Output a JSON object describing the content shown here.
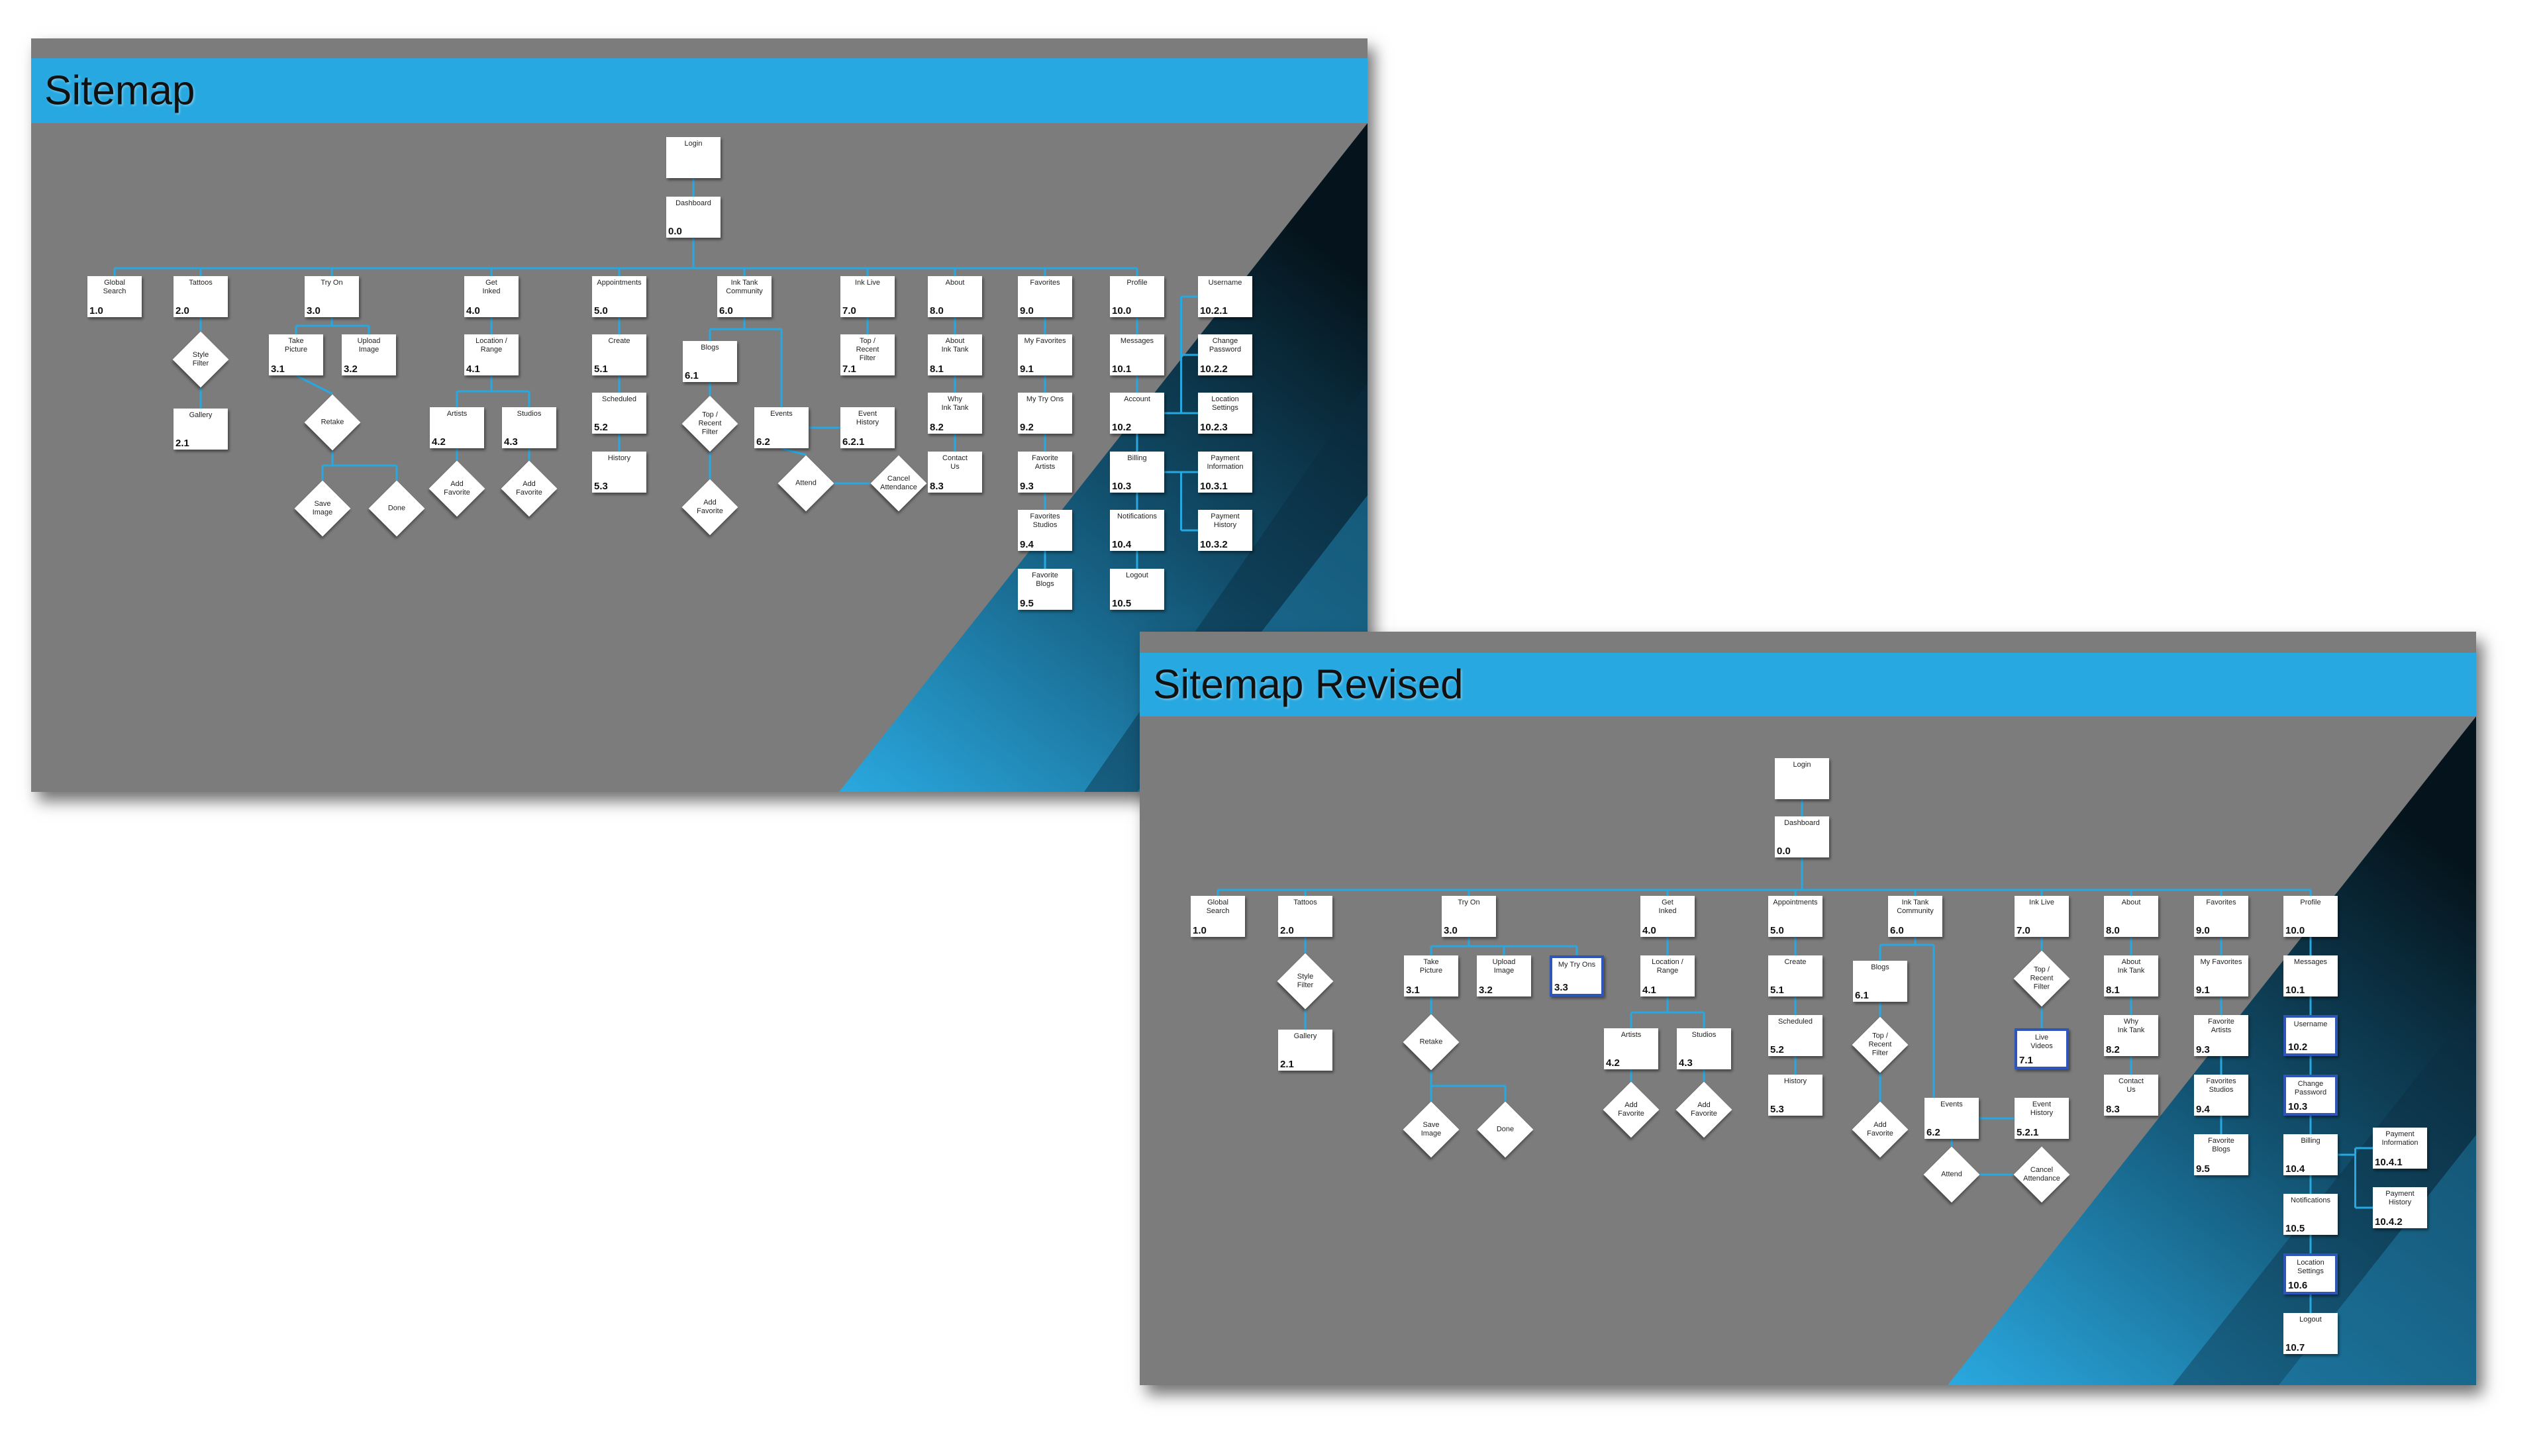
{
  "colors": {
    "accent": "#28a8e0",
    "background": "#7c7c7c",
    "highlight": "#2f55b8"
  },
  "slides": [
    {
      "title": "Sitemap",
      "nodes": {
        "login": {
          "label": "Login",
          "num": ""
        },
        "dash": {
          "label": "Dashboard",
          "num": "0.0"
        },
        "gs": {
          "label": "Global\nSearch",
          "num": "1.0"
        },
        "tat": {
          "label": "Tattoos",
          "num": "2.0"
        },
        "sf": {
          "label": "Style\nFilter",
          "num": ""
        },
        "gal": {
          "label": "Gallery",
          "num": "2.1"
        },
        "try": {
          "label": "Try On",
          "num": "3.0"
        },
        "tp": {
          "label": "Take\nPicture",
          "num": "3.1"
        },
        "ui": {
          "label": "Upload\nImage",
          "num": "3.2"
        },
        "ret": {
          "label": "Retake",
          "num": ""
        },
        "si": {
          "label": "Save\nImage",
          "num": ""
        },
        "done": {
          "label": "Done",
          "num": ""
        },
        "gi": {
          "label": "Get\nInked",
          "num": "4.0"
        },
        "lr": {
          "label": "Location /\nRange",
          "num": "4.1"
        },
        "art": {
          "label": "Artists",
          "num": "4.2"
        },
        "stu": {
          "label": "Studios",
          "num": "4.3"
        },
        "af1": {
          "label": "Add\nFavorite",
          "num": ""
        },
        "af2": {
          "label": "Add\nFavorite",
          "num": ""
        },
        "app": {
          "label": "Appointments",
          "num": "5.0"
        },
        "cre": {
          "label": "Create",
          "num": "5.1"
        },
        "sch": {
          "label": "Scheduled",
          "num": "5.2"
        },
        "his": {
          "label": "History",
          "num": "5.3"
        },
        "itc": {
          "label": "Ink Tank\nCommunity",
          "num": "6.0"
        },
        "blog": {
          "label": "Blogs",
          "num": "6.1"
        },
        "trf": {
          "label": "Top /\nRecent\nFilter",
          "num": ""
        },
        "af3": {
          "label": "Add\nFavorite",
          "num": ""
        },
        "ev": {
          "label": "Events",
          "num": "6.2"
        },
        "eh": {
          "label": "Event\nHistory",
          "num": "6.2.1"
        },
        "att": {
          "label": "Attend",
          "num": ""
        },
        "ca": {
          "label": "Cancel\nAttendance",
          "num": ""
        },
        "il": {
          "label": "Ink Live",
          "num": "7.0"
        },
        "trf2": {
          "label": "Top /\nRecent\nFilter",
          "num": "7.1"
        },
        "abt": {
          "label": "About",
          "num": "8.0"
        },
        "ait": {
          "label": "About\nInk Tank",
          "num": "8.1"
        },
        "wit": {
          "label": "Why\nInk Tank",
          "num": "8.2"
        },
        "cu": {
          "label": "Contact\nUs",
          "num": "8.3"
        },
        "fav": {
          "label": "Favorites",
          "num": "9.0"
        },
        "mf": {
          "label": "My Favorites",
          "num": "9.1"
        },
        "mto": {
          "label": "My Try Ons",
          "num": "9.2"
        },
        "fa": {
          "label": "Favorite\nArtists",
          "num": "9.3"
        },
        "fs": {
          "label": "Favorites\nStudios",
          "num": "9.4"
        },
        "fb": {
          "label": "Favorite\nBlogs",
          "num": "9.5"
        },
        "pro": {
          "label": "Profile",
          "num": "10.0"
        },
        "msg": {
          "label": "Messages",
          "num": "10.1"
        },
        "acc": {
          "label": "Account",
          "num": "10.2"
        },
        "bil": {
          "label": "Billing",
          "num": "10.3"
        },
        "not": {
          "label": "Notifications",
          "num": "10.4"
        },
        "lo": {
          "label": "Logout",
          "num": "10.5"
        },
        "un": {
          "label": "Username",
          "num": "10.2.1"
        },
        "cp": {
          "label": "Change\nPassword",
          "num": "10.2.2"
        },
        "ls": {
          "label": "Location\nSettings",
          "num": "10.2.3"
        },
        "pi": {
          "label": "Payment\nInformation",
          "num": "10.3.1"
        },
        "ph": {
          "label": "Payment\nHistory",
          "num": "10.3.2"
        }
      }
    },
    {
      "title": "Sitemap Revised",
      "nodes": {
        "login": {
          "label": "Login",
          "num": ""
        },
        "dash": {
          "label": "Dashboard",
          "num": "0.0"
        },
        "gs": {
          "label": "Global\nSearch",
          "num": "1.0"
        },
        "tat": {
          "label": "Tattoos",
          "num": "2.0"
        },
        "sf": {
          "label": "Style\nFilter",
          "num": ""
        },
        "gal": {
          "label": "Gallery",
          "num": "2.1"
        },
        "try": {
          "label": "Try On",
          "num": "3.0"
        },
        "tp": {
          "label": "Take\nPicture",
          "num": "3.1"
        },
        "ui": {
          "label": "Upload\nImage",
          "num": "3.2"
        },
        "mto3": {
          "label": "My Try Ons",
          "num": "3.3"
        },
        "ret": {
          "label": "Retake",
          "num": ""
        },
        "si": {
          "label": "Save\nImage",
          "num": ""
        },
        "done": {
          "label": "Done",
          "num": ""
        },
        "gi": {
          "label": "Get\nInked",
          "num": "4.0"
        },
        "lr": {
          "label": "Location /\nRange",
          "num": "4.1"
        },
        "art": {
          "label": "Artists",
          "num": "4.2"
        },
        "stu": {
          "label": "Studios",
          "num": "4.3"
        },
        "af1": {
          "label": "Add\nFavorite",
          "num": ""
        },
        "af2": {
          "label": "Add\nFavorite",
          "num": ""
        },
        "app": {
          "label": "Appointments",
          "num": "5.0"
        },
        "cre": {
          "label": "Create",
          "num": "5.1"
        },
        "sch": {
          "label": "Scheduled",
          "num": "5.2"
        },
        "his": {
          "label": "History",
          "num": "5.3"
        },
        "itc": {
          "label": "Ink Tank\nCommunity",
          "num": "6.0"
        },
        "blog": {
          "label": "Blogs",
          "num": "6.1"
        },
        "trf": {
          "label": "Top /\nRecent\nFilter",
          "num": ""
        },
        "af3": {
          "label": "Add\nFavorite",
          "num": ""
        },
        "ev": {
          "label": "Events",
          "num": "6.2"
        },
        "eh": {
          "label": "Event\nHistory",
          "num": "5.2.1"
        },
        "att": {
          "label": "Attend",
          "num": ""
        },
        "ca": {
          "label": "Cancel\nAttendance",
          "num": ""
        },
        "il": {
          "label": "Ink Live",
          "num": "7.0"
        },
        "trf2": {
          "label": "Top /\nRecent\nFilter",
          "num": ""
        },
        "lv": {
          "label": "Live\nVideos",
          "num": "7.1"
        },
        "abt": {
          "label": "About",
          "num": "8.0"
        },
        "ait": {
          "label": "About\nInk Tank",
          "num": "8.1"
        },
        "wit": {
          "label": "Why\nInk Tank",
          "num": "8.2"
        },
        "cu": {
          "label": "Contact\nUs",
          "num": "8.3"
        },
        "fav": {
          "label": "Favorites",
          "num": "9.0"
        },
        "mf": {
          "label": "My Favorites",
          "num": "9.1"
        },
        "fa": {
          "label": "Favorite\nArtists",
          "num": "9.3"
        },
        "fs": {
          "label": "Favorites\nStudios",
          "num": "9.4"
        },
        "fb": {
          "label": "Favorite\nBlogs",
          "num": "9.5"
        },
        "pro": {
          "label": "Profile",
          "num": "10.0"
        },
        "msg": {
          "label": "Messages",
          "num": "10.1"
        },
        "un": {
          "label": "Username",
          "num": "10.2"
        },
        "cp": {
          "label": "Change\nPassword",
          "num": "10.3"
        },
        "bil": {
          "label": "Billing",
          "num": "10.4"
        },
        "not": {
          "label": "Notifications",
          "num": "10.5"
        },
        "ls": {
          "label": "Location\nSettings",
          "num": "10.6"
        },
        "lo": {
          "label": "Logout",
          "num": "10.7"
        },
        "pi": {
          "label": "Payment\nInformation",
          "num": "10.4.1"
        },
        "ph": {
          "label": "Payment\nHistory",
          "num": "10.4.2"
        }
      }
    }
  ]
}
